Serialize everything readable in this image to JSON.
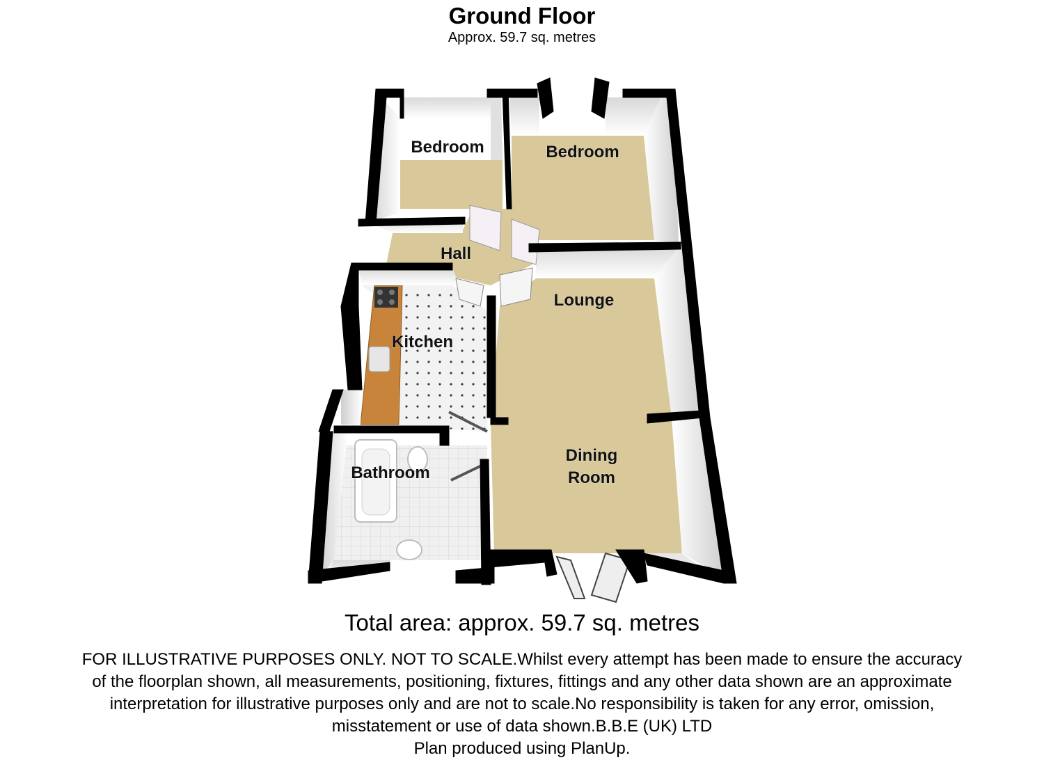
{
  "header": {
    "title": "Ground Floor",
    "subtitle": "Approx.  59.7 sq. metres"
  },
  "rooms": {
    "bedroom_1": "Bedroom",
    "bedroom_2": "Bedroom",
    "hall": "Hall",
    "kitchen": "Kitchen",
    "lounge": "Lounge",
    "dining_line1": "Dining",
    "dining_line2": "Room",
    "bathroom": "Bathroom"
  },
  "footer": {
    "total_area": "Total area: approx.  59.7 sq. metres",
    "disclaimer_lines": [
      "FOR ILLUSTRATIVE PURPOSES ONLY. NOT TO SCALE.Whilst every attempt has been made to ensure the accuracy",
      "of the floorplan shown, all measurements, positioning, fixtures, fittings and any other data shown are an approximate",
      "interpretation for illustrative purposes only and are not to scale.No responsibility is taken for any error, omission,",
      "misstatement or use of data shown.B.B.E (UK) LTD",
      "Plan produced using PlanUp."
    ]
  },
  "colors": {
    "floor_carpet": "#d8c89a",
    "floor_tile": "#eeeeee",
    "wall_top": "#000000",
    "wall_face": "#f3f3f3",
    "worktop": "#c8843a"
  }
}
